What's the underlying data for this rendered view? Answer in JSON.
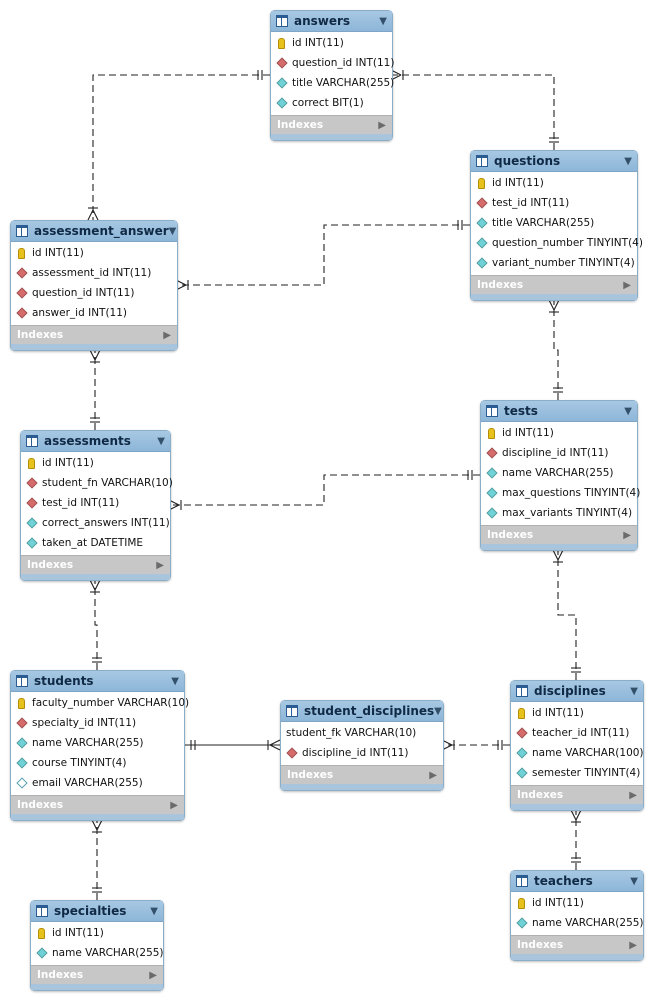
{
  "tables": [
    {
      "id": "answers",
      "name": "answers",
      "indexes_label": "Indexes",
      "columns": [
        {
          "text": "id INT(11)",
          "icon": "key-icon"
        },
        {
          "text": "question_id INT(11)",
          "icon": "fk-icon"
        },
        {
          "text": "title VARCHAR(255)",
          "icon": "column-icon"
        },
        {
          "text": "correct BIT(1)",
          "icon": "column-icon"
        }
      ]
    },
    {
      "id": "questions",
      "name": "questions",
      "indexes_label": "Indexes",
      "columns": [
        {
          "text": "id INT(11)",
          "icon": "key-icon"
        },
        {
          "text": "test_id INT(11)",
          "icon": "fk-icon"
        },
        {
          "text": "title VARCHAR(255)",
          "icon": "column-icon"
        },
        {
          "text": "question_number TINYINT(4)",
          "icon": "column-icon"
        },
        {
          "text": "variant_number TINYINT(4)",
          "icon": "column-icon"
        }
      ]
    },
    {
      "id": "assessment_answer",
      "name": "assessment_answer",
      "indexes_label": "Indexes",
      "columns": [
        {
          "text": "id INT(11)",
          "icon": "key-icon"
        },
        {
          "text": "assessment_id INT(11)",
          "icon": "fk-icon"
        },
        {
          "text": "question_id INT(11)",
          "icon": "fk-icon"
        },
        {
          "text": "answer_id INT(11)",
          "icon": "fk-icon"
        }
      ]
    },
    {
      "id": "tests",
      "name": "tests",
      "indexes_label": "Indexes",
      "columns": [
        {
          "text": "id INT(11)",
          "icon": "key-icon"
        },
        {
          "text": "discipline_id INT(11)",
          "icon": "fk-icon"
        },
        {
          "text": "name VARCHAR(255)",
          "icon": "column-icon"
        },
        {
          "text": "max_questions TINYINT(4)",
          "icon": "column-icon"
        },
        {
          "text": "max_variants TINYINT(4)",
          "icon": "column-icon"
        }
      ]
    },
    {
      "id": "assessments",
      "name": "assessments",
      "indexes_label": "Indexes",
      "columns": [
        {
          "text": "id INT(11)",
          "icon": "key-icon"
        },
        {
          "text": "student_fn VARCHAR(10)",
          "icon": "fk-icon"
        },
        {
          "text": "test_id INT(11)",
          "icon": "fk-icon"
        },
        {
          "text": "correct_answers INT(11)",
          "icon": "column-icon"
        },
        {
          "text": "taken_at DATETIME",
          "icon": "column-icon"
        }
      ]
    },
    {
      "id": "students",
      "name": "students",
      "indexes_label": "Indexes",
      "columns": [
        {
          "text": "faculty_number VARCHAR(10)",
          "icon": "key-icon"
        },
        {
          "text": "specialty_id INT(11)",
          "icon": "fk-icon"
        },
        {
          "text": "name VARCHAR(255)",
          "icon": "column-icon"
        },
        {
          "text": "course TINYINT(4)",
          "icon": "column-icon"
        },
        {
          "text": "email VARCHAR(255)",
          "icon": "nullable-icon"
        }
      ]
    },
    {
      "id": "student_disciplines",
      "name": "student_disciplines",
      "indexes_label": "Indexes",
      "columns": [
        {
          "text": "student_fk VARCHAR(10)",
          "icon": "none"
        },
        {
          "text": "discipline_id INT(11)",
          "icon": "fk-icon"
        }
      ]
    },
    {
      "id": "disciplines",
      "name": "disciplines",
      "indexes_label": "Indexes",
      "columns": [
        {
          "text": "id INT(11)",
          "icon": "key-icon"
        },
        {
          "text": "teacher_id INT(11)",
          "icon": "fk-icon"
        },
        {
          "text": "name VARCHAR(100)",
          "icon": "column-icon"
        },
        {
          "text": "semester TINYINT(4)",
          "icon": "column-icon"
        }
      ]
    },
    {
      "id": "specialties",
      "name": "specialties",
      "indexes_label": "Indexes",
      "columns": [
        {
          "text": "id INT(11)",
          "icon": "key-icon"
        },
        {
          "text": "name VARCHAR(255)",
          "icon": "column-icon"
        }
      ]
    },
    {
      "id": "teachers",
      "name": "teachers",
      "indexes_label": "Indexes",
      "columns": [
        {
          "text": "id INT(11)",
          "icon": "key-icon"
        },
        {
          "text": "name VARCHAR(255)",
          "icon": "column-icon"
        }
      ]
    }
  ],
  "relationships": [
    {
      "from": "answers",
      "to": "assessment_answer",
      "identifying": false
    },
    {
      "from": "questions",
      "to": "answers",
      "identifying": false
    },
    {
      "from": "questions",
      "to": "assessment_answer",
      "identifying": false
    },
    {
      "from": "tests",
      "to": "questions",
      "identifying": false
    },
    {
      "from": "assessments",
      "to": "assessment_answer",
      "identifying": false
    },
    {
      "from": "tests",
      "to": "assessments",
      "identifying": false
    },
    {
      "from": "disciplines",
      "to": "tests",
      "identifying": false
    },
    {
      "from": "students",
      "to": "assessments",
      "identifying": false
    },
    {
      "from": "specialties",
      "to": "students",
      "identifying": false
    },
    {
      "from": "students",
      "to": "student_disciplines",
      "identifying": true
    },
    {
      "from": "disciplines",
      "to": "student_disciplines",
      "identifying": false
    },
    {
      "from": "teachers",
      "to": "disciplines",
      "identifying": false
    }
  ],
  "colors": {
    "header": "#9bc0df",
    "primary_key": "#e8c21c",
    "foreign_key": "#d56b6b",
    "column": "#6fd2d6",
    "indexes_bar": "#c7c7c7"
  }
}
